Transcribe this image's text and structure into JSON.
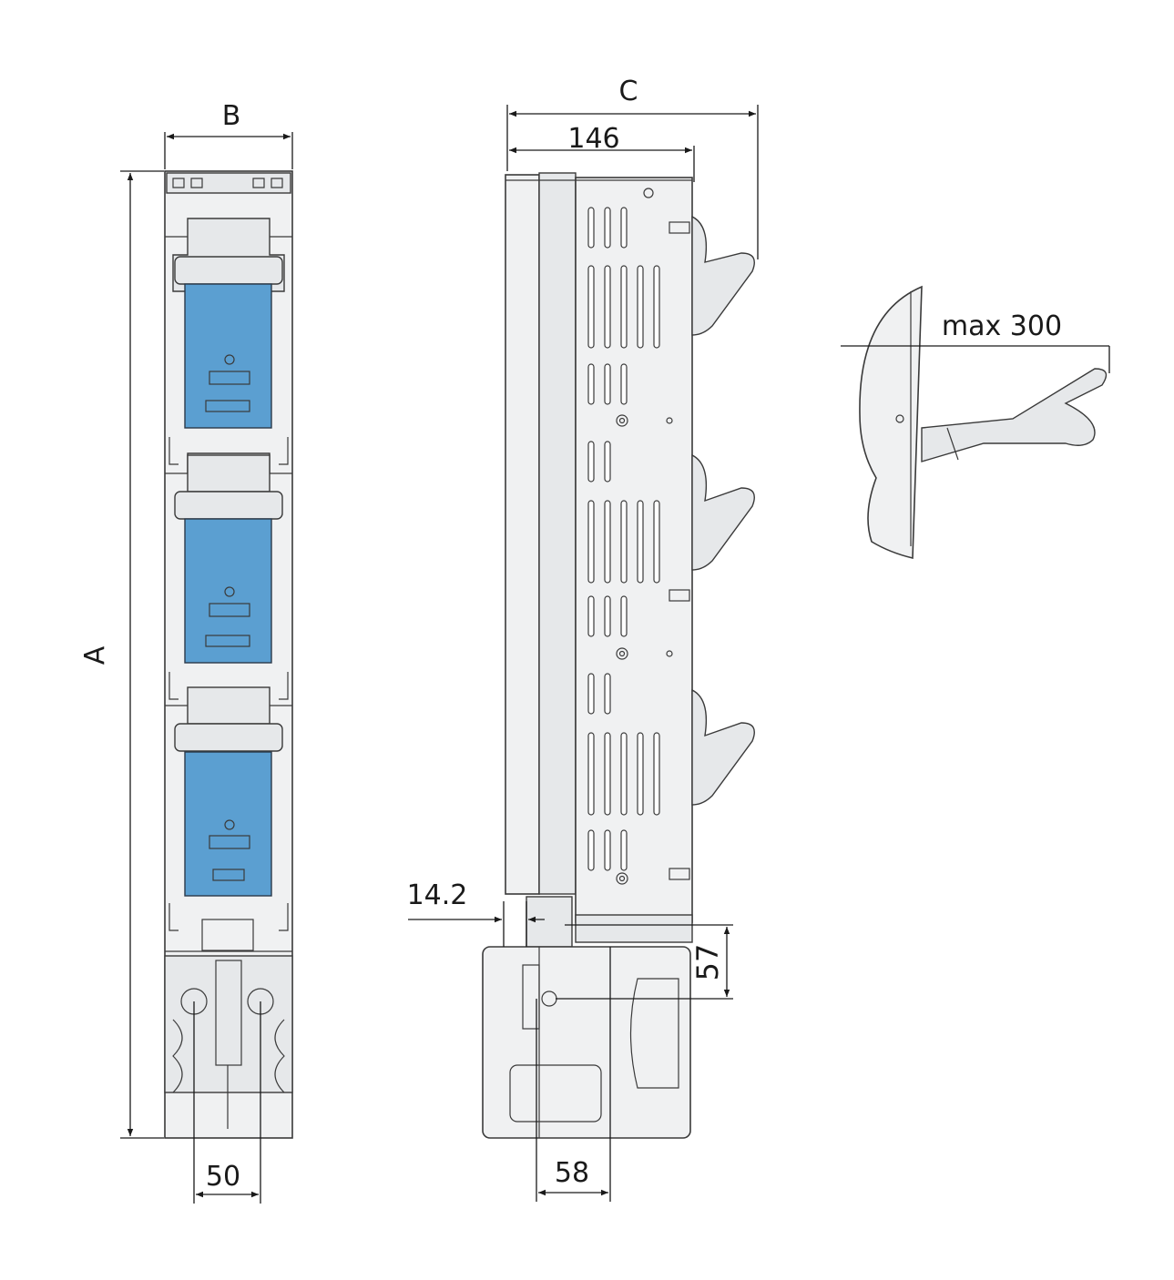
{
  "dimensions": {
    "A": "A",
    "B": "B",
    "C": "C",
    "d146": "146",
    "d14_2": "14.2",
    "d57": "57",
    "d50": "50",
    "d58": "58",
    "max300": "max 300"
  },
  "colors": {
    "fuse_blue": "#5b9fd1",
    "body_grey": "#f0f1f2",
    "line": "#3a3a3a"
  }
}
